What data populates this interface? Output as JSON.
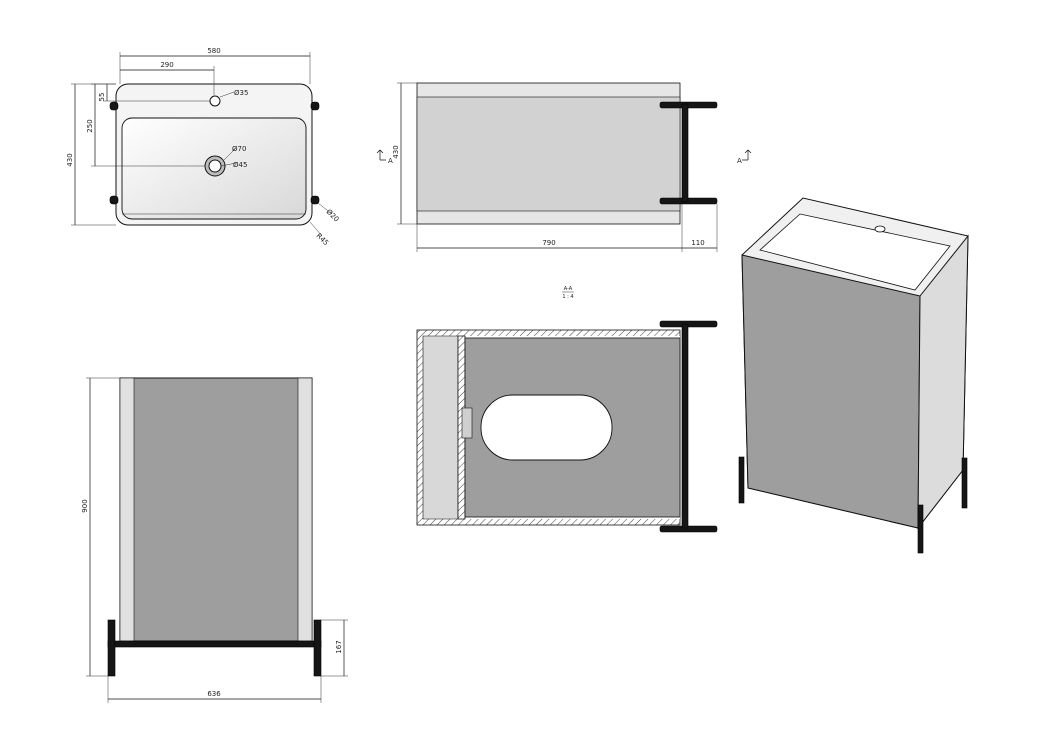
{
  "drawing": {
    "top_view": {
      "overall_width": "580",
      "half_width": "290",
      "tap_offset": "55",
      "drain_offset": "250",
      "overall_depth": "430",
      "tap_hole_dia": "Ø35",
      "drain_outer_dia": "Ø70",
      "drain_inner_dia": "Ø45",
      "leg_dia": "Ø20",
      "corner_radius": "R45"
    },
    "side_view": {
      "depth": "430",
      "body_length": "790",
      "leg_offset": "110"
    },
    "section": {
      "label": "A-A",
      "scale": "1 : 4"
    },
    "front_view": {
      "height": "900",
      "leg_height": "167",
      "width": "636"
    },
    "section_marker_letter": "A"
  }
}
